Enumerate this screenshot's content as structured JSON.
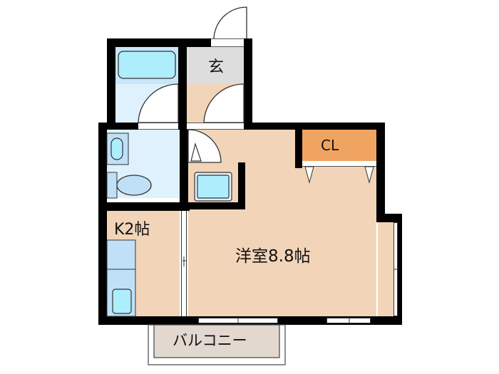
{
  "floorplan": {
    "rooms": {
      "entrance": {
        "label": "玄"
      },
      "closet": {
        "label": "CL"
      },
      "kitchen": {
        "label": "K2帖"
      },
      "western_room": {
        "label": "洋室8.8帖"
      },
      "balcony": {
        "label": "バルコニー"
      }
    },
    "fixtures": [
      "bathtub",
      "washbasin",
      "toilet",
      "washing-machine-pan",
      "kitchen-sink",
      "kitchen-counter"
    ],
    "colors": {
      "wall": "#000000",
      "wood_floor": "#f2d4b8",
      "wet_area_floor": "#dff1fc",
      "fixture_fill": "#aeeefc",
      "entrance_floor": "#dddddd",
      "closet": "#f0a462",
      "balcony": "#e2d8d0"
    }
  }
}
